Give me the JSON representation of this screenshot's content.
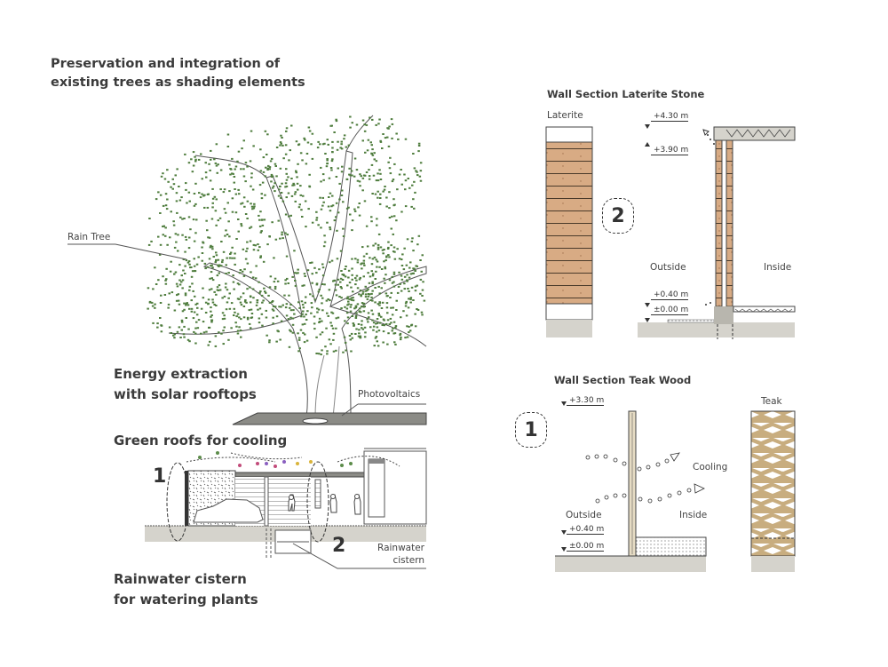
{
  "left": {
    "title_line1": "Preservation and integration of",
    "title_line2": "existing trees as shading elements",
    "rain_tree_label": "Rain Tree",
    "energy_line1": "Energy extraction",
    "energy_line2": "with solar rooftops",
    "photovoltaics_label": "Photovoltaics",
    "green_roofs": "Green roofs for cooling",
    "marker_1": "1",
    "marker_2": "2",
    "cistern_label_line1": "Rainwater",
    "cistern_label_line2": "cistern",
    "cistern_line1": "Rainwater cistern",
    "cistern_line2": "for watering plants"
  },
  "laterite": {
    "title": "Wall Section Laterite Stone",
    "material_label": "Laterite",
    "marker": "2",
    "levels": [
      "+4.30 m",
      "+3.90 m",
      "+0.40 m",
      "±0.00 m"
    ],
    "outside": "Outside",
    "inside": "Inside"
  },
  "teak": {
    "title": "Wall Section Teak Wood",
    "material_label": "Teak",
    "marker": "1",
    "levels": [
      "+3.30 m",
      "+0.40 m",
      "±0.00 m"
    ],
    "outside": "Outside",
    "inside": "Inside",
    "cooling": "Cooling"
  },
  "colors": {
    "leaf": "#4f7d3e",
    "laterite": "#d8ab84",
    "teak": "#c8ad7f",
    "ground": "#d5d3cc",
    "slab": "#8b8b86"
  }
}
